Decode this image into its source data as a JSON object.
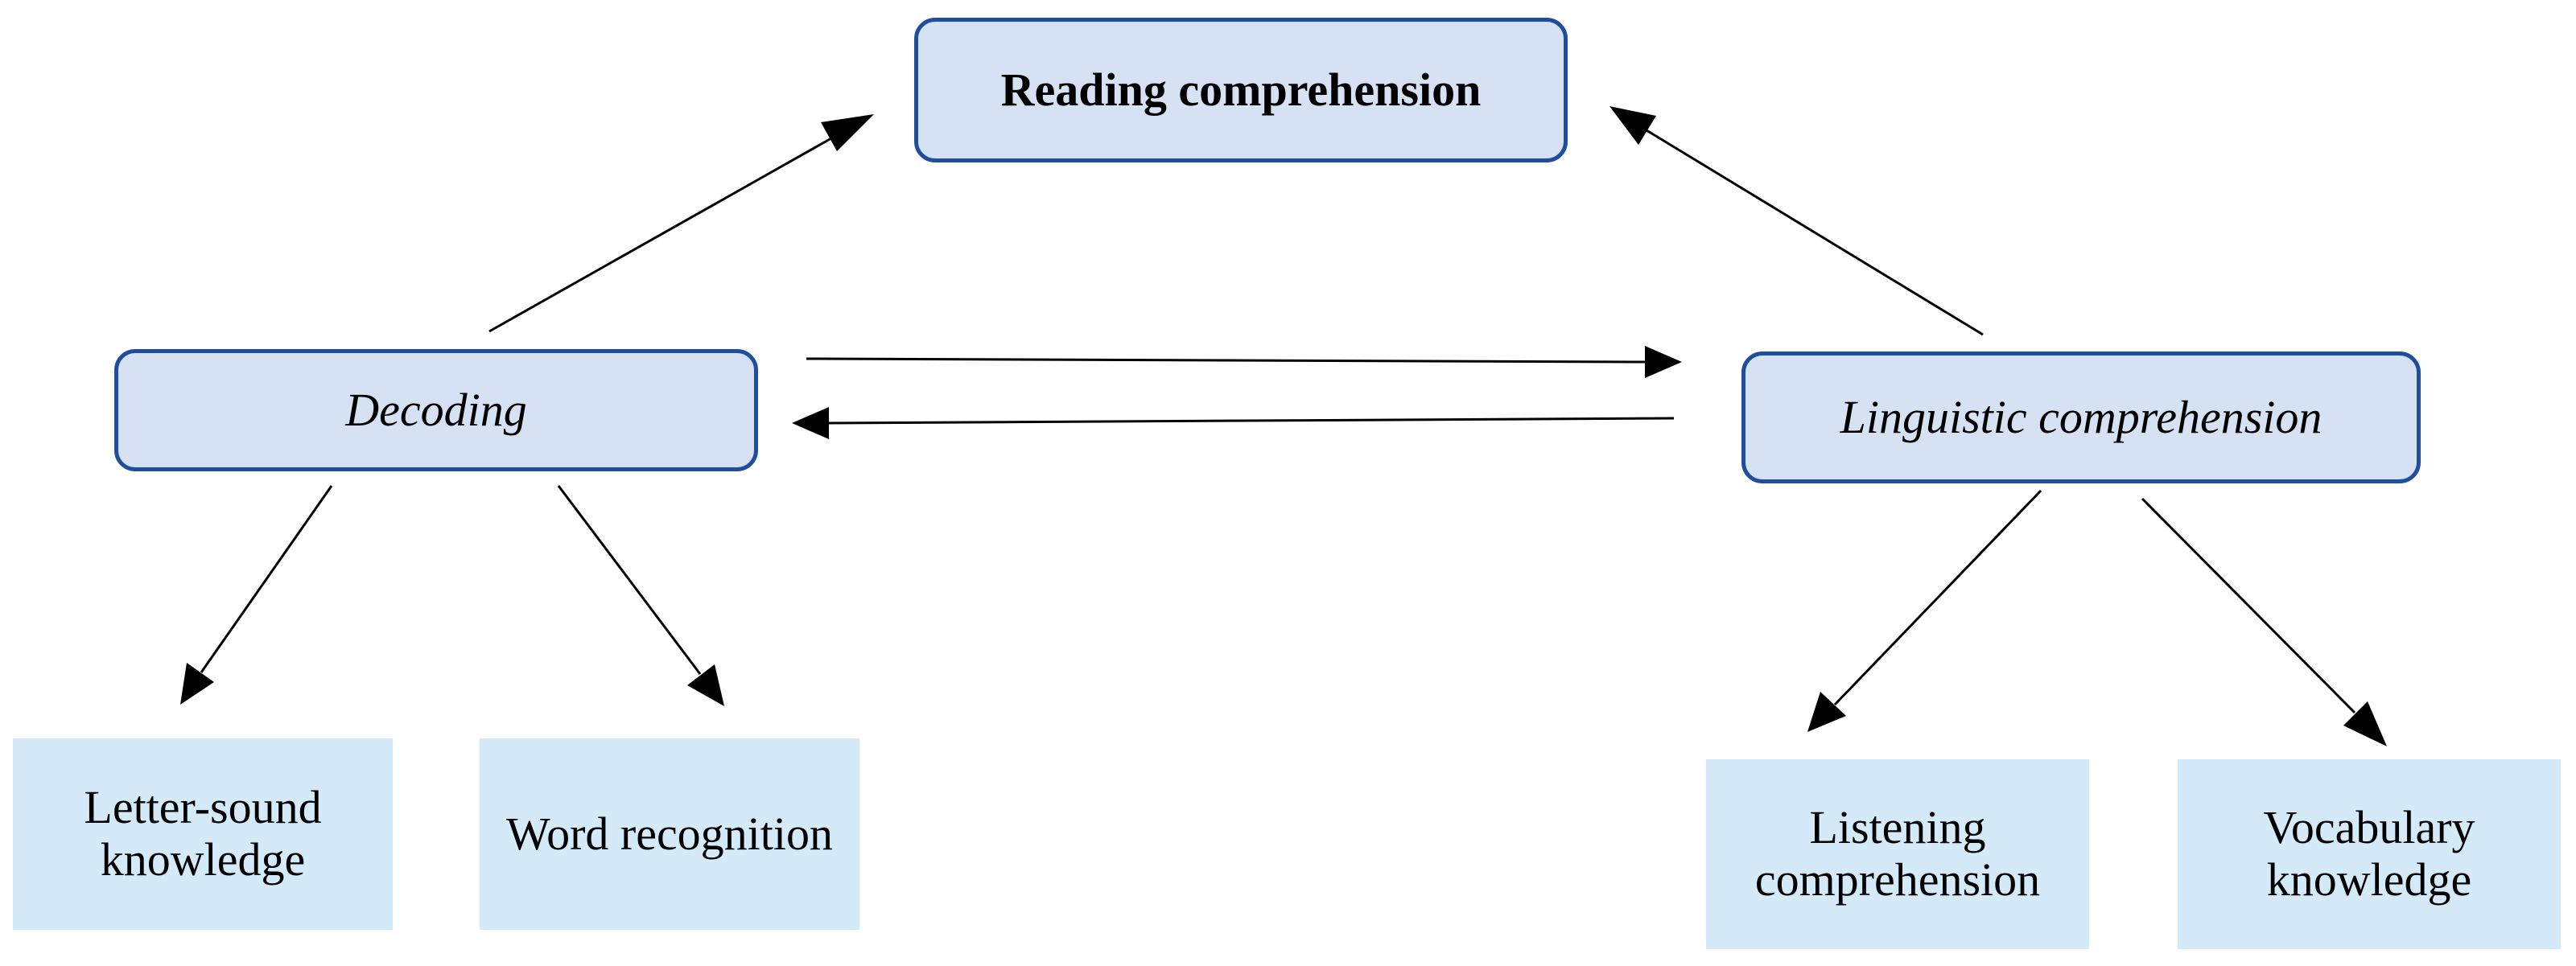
{
  "nodes": {
    "reading_comprehension": "Reading comprehension",
    "decoding": "Decoding",
    "linguistic_comprehension": "Linguistic comprehension",
    "letter_sound_knowledge": "Letter-sound knowledge",
    "word_recognition": "Word recognition",
    "listening_comprehension": "Listening comprehension",
    "vocabulary_knowledge": "Vocabulary knowledge"
  },
  "edges": [
    {
      "from": "decoding",
      "to": "reading_comprehension"
    },
    {
      "from": "linguistic_comprehension",
      "to": "reading_comprehension"
    },
    {
      "from": "decoding",
      "to": "linguistic_comprehension"
    },
    {
      "from": "linguistic_comprehension",
      "to": "decoding"
    },
    {
      "from": "decoding",
      "to": "letter_sound_knowledge"
    },
    {
      "from": "decoding",
      "to": "word_recognition"
    },
    {
      "from": "linguistic_comprehension",
      "to": "listening_comprehension"
    },
    {
      "from": "linguistic_comprehension",
      "to": "vocabulary_knowledge"
    }
  ],
  "colors": {
    "main_fill": "#d6e2f4",
    "main_border": "#1f4e9c",
    "leaf_fill": "#d5eaf9",
    "arrow": "#000000"
  }
}
